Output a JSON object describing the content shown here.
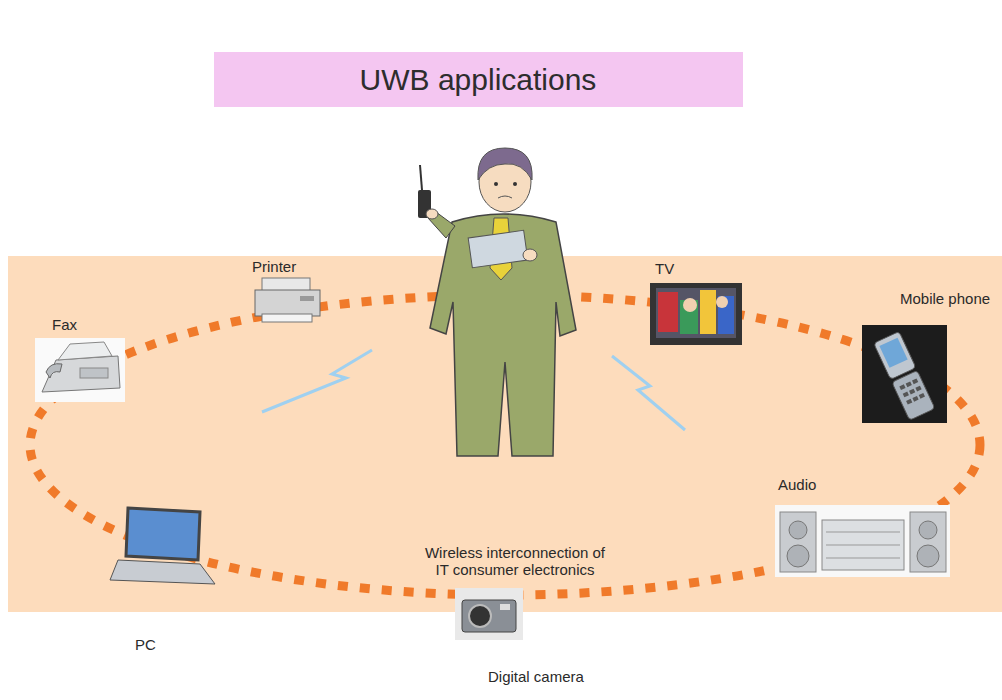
{
  "diagram": {
    "title": "UWB applications",
    "nodes": [
      {
        "text": [
          "Wireless interconnection of IT consumer electronics"
        ]
      }
    ],
    "labels": [
      "Printer",
      "TV",
      "Mobile phone",
      "Fax",
      "Audio",
      "PC",
      "Digital camera"
    ]
  }
}
